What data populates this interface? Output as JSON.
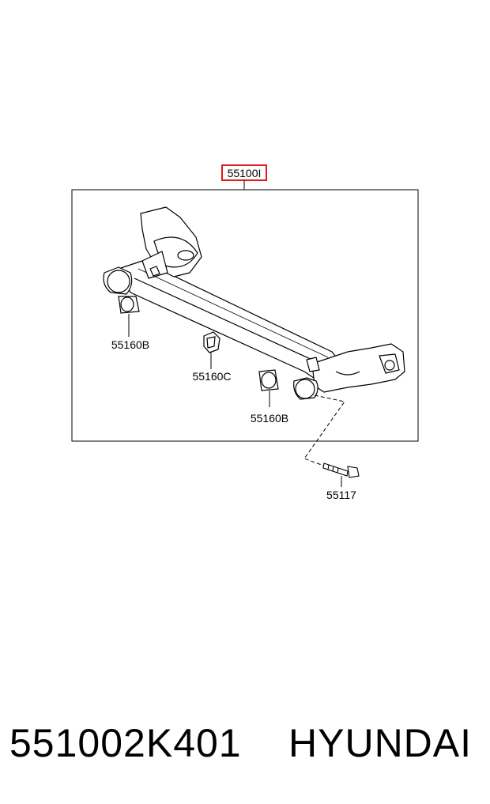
{
  "diagram": {
    "assembly_label": "55100I",
    "callouts": {
      "bushing_left": "55160B",
      "bumper": "55160C",
      "bushing_right": "55160B",
      "bolt": "55117"
    },
    "colors": {
      "highlight": "#e0191e",
      "line": "#000000"
    }
  },
  "footer": {
    "part_number": "551002K401",
    "brand": "HYUNDAI"
  }
}
